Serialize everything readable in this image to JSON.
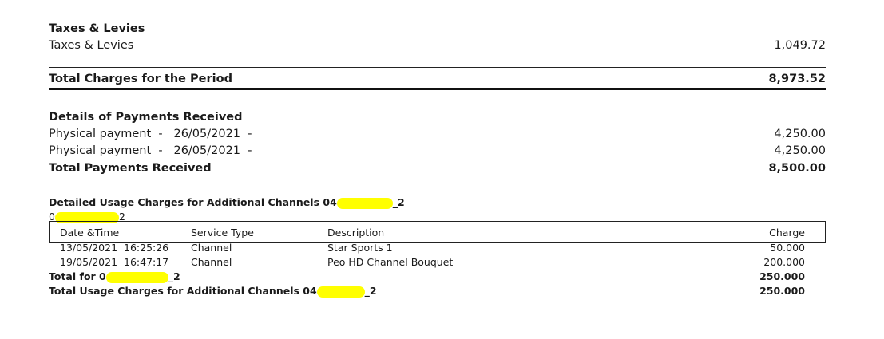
{
  "taxes": {
    "heading": "Taxes & Levies",
    "line_label": "Taxes & Levies",
    "line_amount": "1,049.72"
  },
  "total_charges": {
    "label": "Total Charges for the Period",
    "amount": "8,973.52"
  },
  "payments": {
    "heading": "Details of Payments Received",
    "rows": [
      {
        "label": "Physical payment  -   26/05/2021  -",
        "amount": "4,250.00"
      },
      {
        "label": "Physical payment  -   26/05/2021  -",
        "amount": "4,250.00"
      }
    ],
    "total_label": "Total Payments Received",
    "total_amount": "8,500.00"
  },
  "usage": {
    "heading_prefix": "Detailed Usage Charges for Additional Channels 04",
    "heading_suffix": "_2",
    "account_prefix": "0",
    "account_suffix": "2",
    "columns": [
      "Date &Time",
      "Service Type",
      "Description",
      "Charge"
    ],
    "rows": [
      {
        "datetime": "13/05/2021  16:25:26",
        "service": "Channel",
        "description": "Star Sports 1",
        "charge": "50.000"
      },
      {
        "datetime": "19/05/2021  16:47:17",
        "service": "Channel",
        "description": "Peo HD Channel Bouquet",
        "charge": "200.000"
      }
    ],
    "total_for_prefix": "Total for 0",
    "total_for_suffix": "_2",
    "total_for_amount": "250.000",
    "grand_total_prefix": "Total Usage Charges for Additional Channels 04",
    "grand_total_suffix": "_2",
    "grand_total_amount": "250.000"
  },
  "colors": {
    "redaction": "#ffff00",
    "text": "#1a1a1a"
  }
}
